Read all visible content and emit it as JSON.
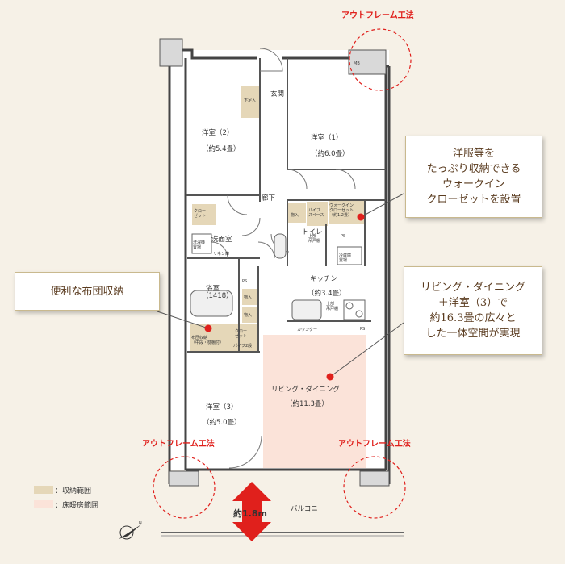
{
  "rooms": {
    "western2": {
      "name": "洋室（2）",
      "size": "（約5.4畳）"
    },
    "western1": {
      "name": "洋室（1）",
      "size": "（約6.0畳）"
    },
    "western3": {
      "name": "洋室（3）",
      "size": "（約5.0畳）"
    },
    "entrance": "玄関",
    "corridor": "廊下",
    "washroom": "洗面室",
    "bath": {
      "name": "浴室",
      "size": "（1418）"
    },
    "toilet": "トイレ",
    "kitchen": {
      "name": "キッチン",
      "size": "（約3.4畳）"
    },
    "living": {
      "name": "リビング・ダイニング",
      "size": "（約11.3畳）"
    },
    "balcony": "バルコニー",
    "counter": "カウンター"
  },
  "small_labels": {
    "shoe_box": "下足入",
    "closet": "クロー\nゼット",
    "closet2": "クロー\nゼット",
    "storage": "物入",
    "storage2": "物入",
    "storage3": "物入",
    "pipe_space": "パイプ\nスペース",
    "wic": "ウォークイン\nクローゼット\n（約1.2畳）",
    "washer": "洗濯機\n置場",
    "linen": "リネン庫",
    "fridge": "冷蔵庫\n置場",
    "upper_cabinet": "上部\n吊戸棚",
    "upper_cabinet2": "上部\n吊戸棚",
    "futon": "布団収納\n（中段・枕棚付）",
    "pipe_rod": "パイプ2段",
    "ps1": "PS",
    "ps2": "PS",
    "ps3": "PS",
    "mb": "MB"
  },
  "outframe": {
    "label": "アウトフレーム工法"
  },
  "legend": [
    {
      "text": "：収納範囲",
      "color": "#e5d7b8"
    },
    {
      "text": "：床暖房範囲",
      "color": "#fbe3d9"
    }
  ],
  "balcony_depth": "約1.8m",
  "callouts": {
    "wic": "洋服等を\nたっぷり収納できる\nウォークイン\nクローゼットを設置",
    "futon": "便利な布団収納",
    "living": "リビング・ダイニング\n＋洋室（3）で\n約16.3畳の広々と\nした一体空間が実現"
  },
  "colors": {
    "storage": "#e5d7b8",
    "floor_heating": "#fbe3d9",
    "marker": "#e0201c",
    "wall": "#444444",
    "callout_text": "#5a3b1f"
  }
}
